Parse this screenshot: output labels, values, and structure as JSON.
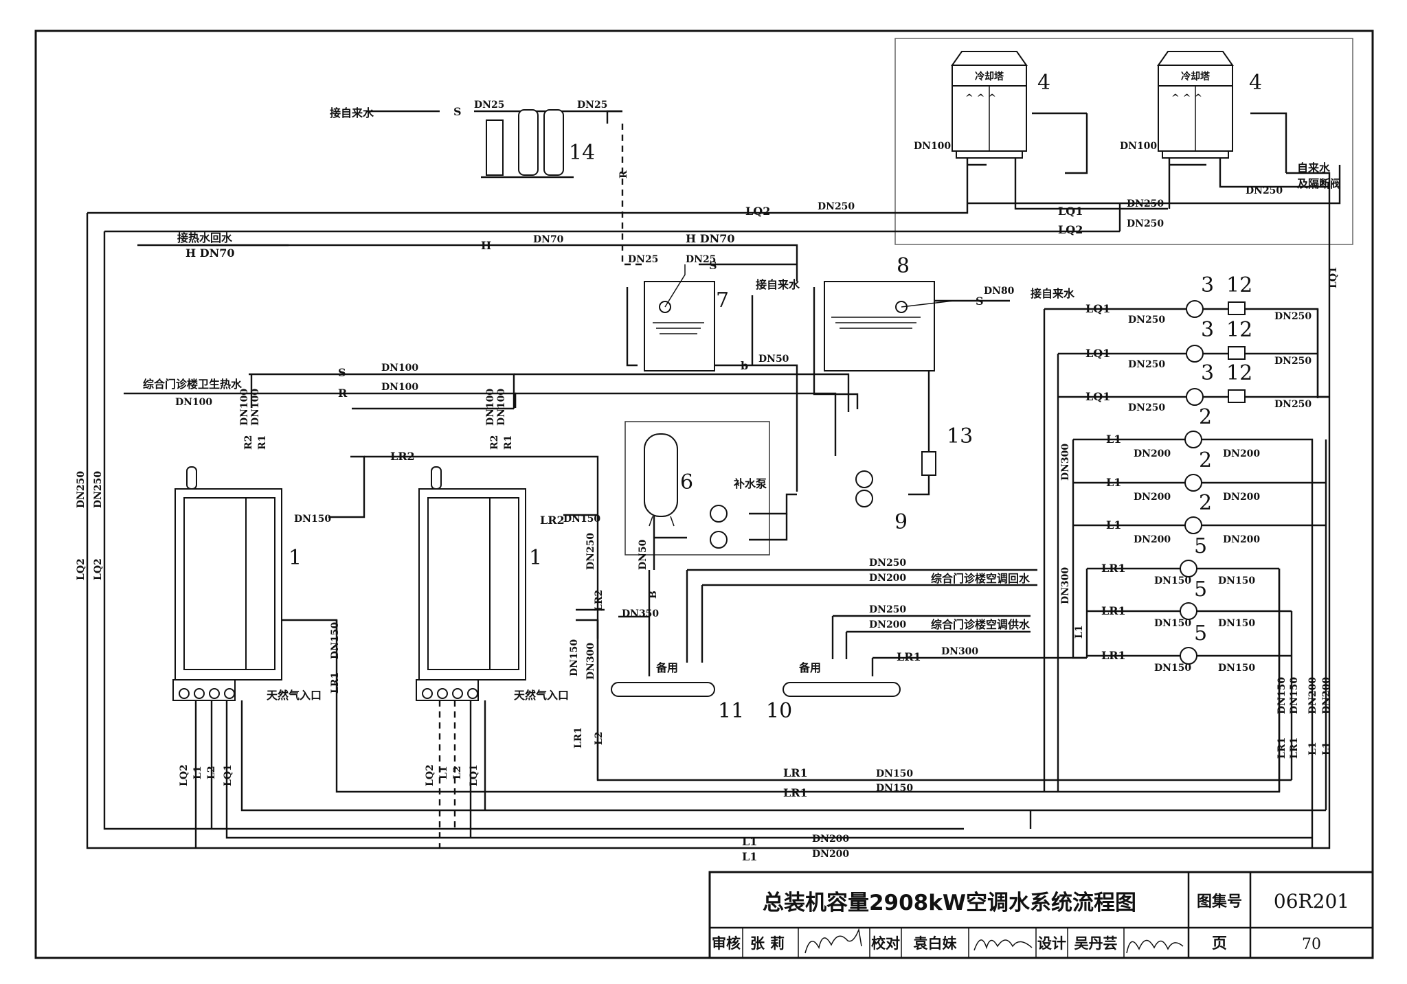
{
  "title_block": {
    "title": "总装机容量2908kW空调水系统流程图",
    "atlas_label": "图集号",
    "atlas_no": "06R201",
    "page_label": "页",
    "page_no": "70",
    "review_label": "审核",
    "reviewer": "张莉",
    "check_label": "校对",
    "checker": "袁白妹",
    "design_label": "设计",
    "designer": "吴丹芸"
  },
  "equipment_numbers": [
    "1",
    "2",
    "3",
    "4",
    "5",
    "6",
    "7",
    "8",
    "9",
    "10",
    "11",
    "12",
    "13",
    "14"
  ],
  "labels": {
    "cooling_tower": "冷却塔",
    "tap_water": "接自来水",
    "tap_water_valve": "自来水",
    "isolation_valve": "及隔断阀",
    "hot_water_return": "接热水回水",
    "sanitary_hot_water": "综合门诊楼卫生热水",
    "makeup_pump": "补水泵",
    "natural_gas_inlet": "天然气入口",
    "ac_return": "综合门诊楼空调回水",
    "ac_supply": "综合门诊楼空调供水",
    "standby": "备用"
  },
  "pipe_tags": {
    "lq1": "LQ1",
    "lq2": "LQ2",
    "l1": "L1",
    "l2": "L2",
    "lr1": "LR1",
    "lr2": "LR2",
    "r1": "R1",
    "r2": "R2",
    "s": "S",
    "r": "R",
    "h": "H",
    "b": "b",
    "B": "B",
    "h_dn70": "H DN70"
  },
  "sizes": {
    "dn25": "DN25",
    "dn50": "DN50",
    "dn70": "DN70",
    "dn80": "DN80",
    "dn100": "DN100",
    "dn150": "DN150",
    "dn200": "DN200",
    "dn250": "DN250",
    "dn300": "DN300",
    "dn350": "DN350"
  }
}
